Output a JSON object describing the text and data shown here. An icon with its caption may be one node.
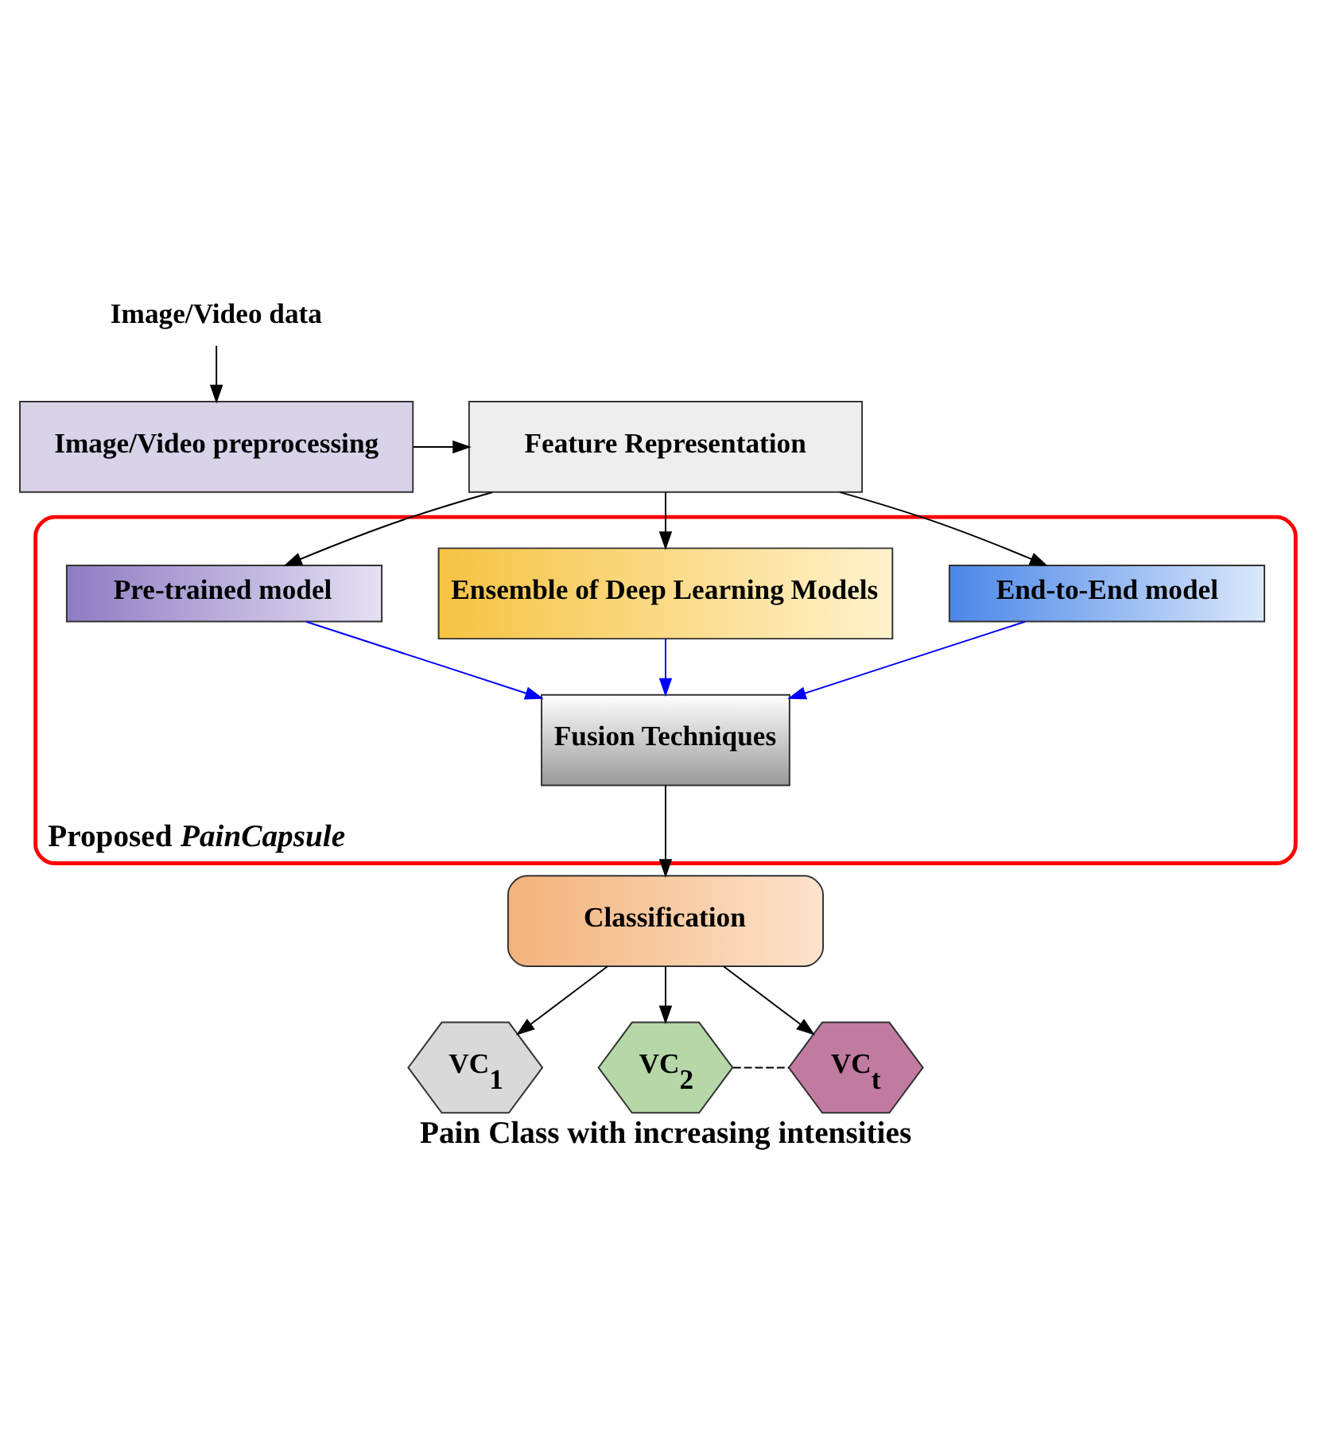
{
  "diagram": {
    "caption": "Pain Class with increasing intensities",
    "nodes": [
      {
        "text": [
          "Image/Video data"
        ]
      },
      {
        "text": [
          "Image/Video preprocessing"
        ]
      },
      {
        "text": [
          "Feature Representation"
        ]
      },
      {
        "text": [
          "Proposed *PainCapsule*"
        ]
      },
      {
        "text": [
          "End-to-End model"
        ],
        "in": 3
      },
      {
        "text": [
          "Ensemble of Deep Learning Models"
        ],
        "in": 3
      },
      {
        "text": [
          "Pre-trained model"
        ],
        "in": 3
      },
      {
        "text": [
          "Fusion Techniques"
        ],
        "in": 3
      },
      {
        "text": [
          "Classification"
        ]
      },
      {
        "text": [
          "VC$_{1}$"
        ]
      },
      {
        "text": [
          "VC$_{2}$"
        ]
      },
      {
        "text": [
          "VC$_{t}$"
        ]
      }
    ],
    "edges": [
      {
        "from": 0,
        "to": 1,
        "arrow": "to"
      },
      {
        "from": 1,
        "to": 2,
        "arrow": "to"
      },
      {
        "from": 2,
        "to": 4,
        "arrow": "to"
      },
      {
        "from": 2,
        "to": 5,
        "arrow": "to"
      },
      {
        "from": 2,
        "to": 6,
        "arrow": "to"
      },
      {
        "from": 4,
        "to": 7,
        "arrow": "to",
        "color": "#0000ff"
      },
      {
        "from": 5,
        "to": 7,
        "arrow": "to",
        "color": "#0000ff"
      },
      {
        "from": 6,
        "to": 7,
        "arrow": "to",
        "color": "#0000ff"
      },
      {
        "from": 7,
        "to": 8,
        "arrow": "to"
      },
      {
        "from": 8,
        "to": 9,
        "arrow": "to"
      },
      {
        "from": 8,
        "to": 10,
        "arrow": "to"
      },
      {
        "from": 8,
        "to": 11,
        "arrow": "to"
      },
      {
        "from": 10,
        "to": 11,
        "arrow": "none",
        "style": "dashed"
      }
    ]
  }
}
